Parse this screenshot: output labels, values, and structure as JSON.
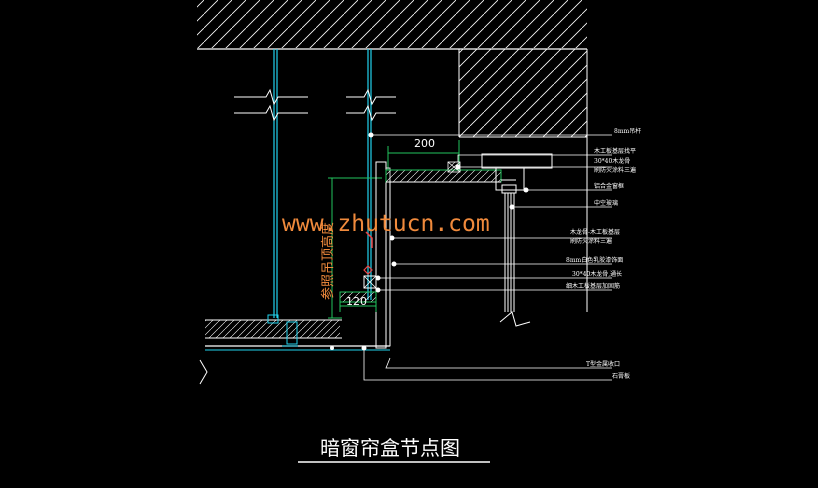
{
  "drawing": {
    "title": "暗窗帘盒节点图",
    "watermark": "www.zhutucn.com",
    "vertical_label": "参照吊顶高度",
    "dimensions": {
      "top": "200",
      "bottom": "120"
    },
    "callouts": [
      "8mm吊杆",
      "木工板基层找平",
      "30*40木龙骨",
      "刷防火涂料三遍",
      "铝合金窗框",
      "中空玻璃",
      "木龙骨-木工板基层",
      "刷防火涂料三遍",
      "8mm白色乳胶漆饰面",
      "30*40木龙骨,通长",
      "细木工板基层加固筋",
      "T型金属收口",
      "石膏板"
    ]
  },
  "colors": {
    "background": "#000000",
    "linework": "#ffffff",
    "cyan": "#22d3ee",
    "green": "#22c55e",
    "red": "#ef4444",
    "accent": "#f08a3c"
  }
}
